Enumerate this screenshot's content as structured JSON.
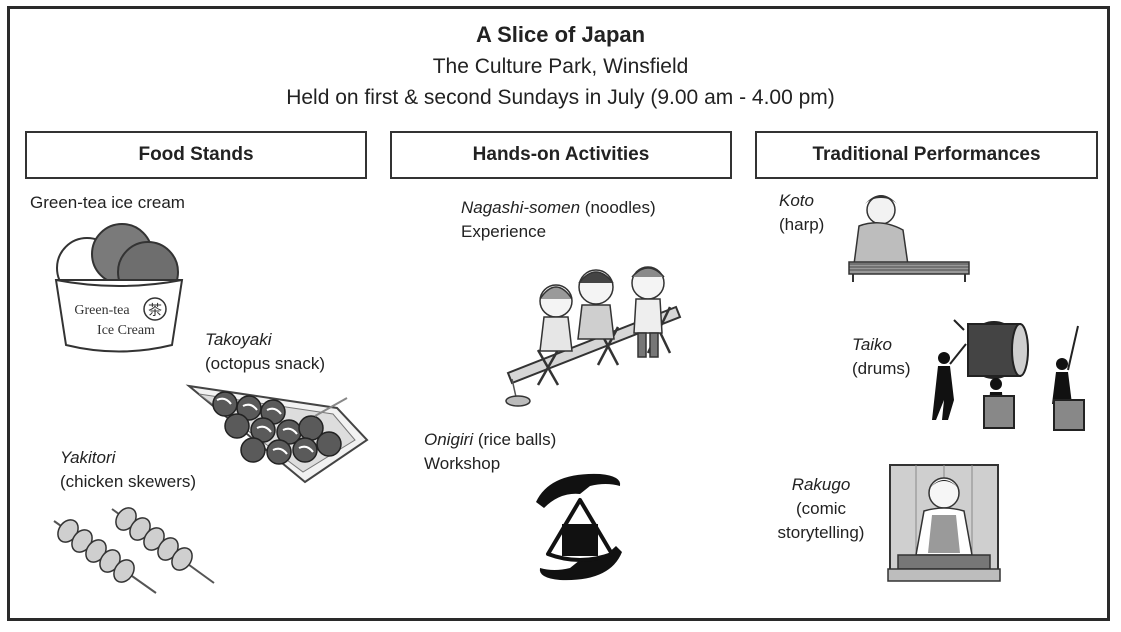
{
  "header": {
    "title": "A Slice of Japan",
    "location": "The Culture Park, Winsfield",
    "dates": "Held on first & second Sundays in July  (9.00 am - 4.00 pm)"
  },
  "columns": {
    "food": {
      "heading": "Food Stands",
      "ice_cream": "Green-tea ice cream",
      "cup_text_line1": "Green-tea",
      "cup_text_line2": "Ice Cream",
      "cup_kanji": "茶",
      "takoyaki_name": "Takoyaki",
      "takoyaki_desc": "(octopus snack)",
      "yakitori_name": "Yakitori",
      "yakitori_desc": "(chicken skewers)"
    },
    "activities": {
      "heading": "Hands-on Activities",
      "nagashi_name": "Nagashi-somen",
      "nagashi_desc": " (noodles)",
      "nagashi_line2": "Experience",
      "onigiri_name": "Onigiri",
      "onigiri_desc": " (rice balls)",
      "onigiri_line2": "Workshop"
    },
    "performances": {
      "heading": "Traditional Performances",
      "koto_name": "Koto",
      "koto_desc": "(harp)",
      "taiko_name": "Taiko",
      "taiko_desc": "(drums)",
      "rakugo_name": "Rakugo",
      "rakugo_desc_line1": "(comic",
      "rakugo_desc_line2": "storytelling)"
    }
  },
  "colors": {
    "border": "#2a2a2a",
    "text": "#222222",
    "illustration_gray": "#8a8a8a"
  }
}
